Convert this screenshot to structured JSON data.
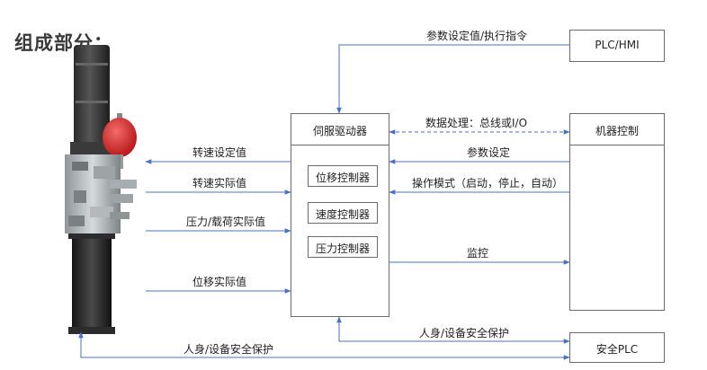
{
  "title": "组成部分：",
  "boxes": {
    "plc_hmi": "PLC/HMI",
    "servo_driver": "伺服驱动器",
    "machine_control": "机器控制",
    "safety_plc": "安全PLC",
    "position_controller": "位移控制器",
    "speed_controller": "速度控制器",
    "pressure_controller": "压力控制器"
  },
  "labels": {
    "param_setpoint_cmd": "参数设定值/执行指令",
    "data_processing": "数据处理：总线或I/O",
    "param_setting": "参数设定",
    "operation_mode": "操作模式（启动，停止，自动）",
    "monitoring": "监控",
    "speed_setpoint": "转速设定值",
    "speed_actual": "转速实际值",
    "pressure_load_actual": "压力/载荷实际值",
    "position_actual": "位移实际值",
    "personal_safety_1": "人身/设备安全保护",
    "personal_safety_2": "人身/设备安全保护"
  },
  "colors": {
    "arrow": "#4a72c4",
    "box_border": "#6b6b6b"
  }
}
